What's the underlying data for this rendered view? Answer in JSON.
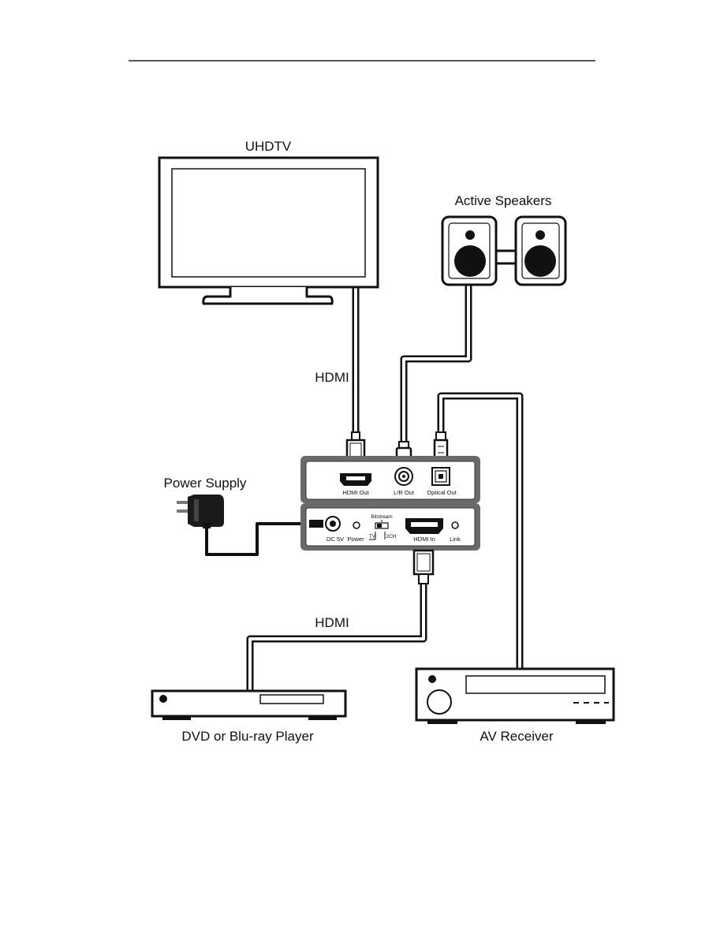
{
  "devices": {
    "tv": "UHDTV",
    "speakers": "Active Speakers",
    "power_supply": "Power Supply",
    "player": "DVD or Blu-ray Player",
    "receiver": "AV Receiver"
  },
  "cables": {
    "tv_link": "HDMI",
    "player_link": "HDMI"
  },
  "extractor": {
    "top_ports": {
      "hdmi_out": "HDMI Out",
      "lr_out": "L/R Out",
      "optical_out": "Optical Out"
    },
    "bottom_ports": {
      "dc": "DC 5V",
      "power": "Power",
      "bitstream": "Bitstream",
      "tv": "TV",
      "ch2": "2CH",
      "hdmi_in": "HDMI In",
      "link": "Link"
    }
  }
}
